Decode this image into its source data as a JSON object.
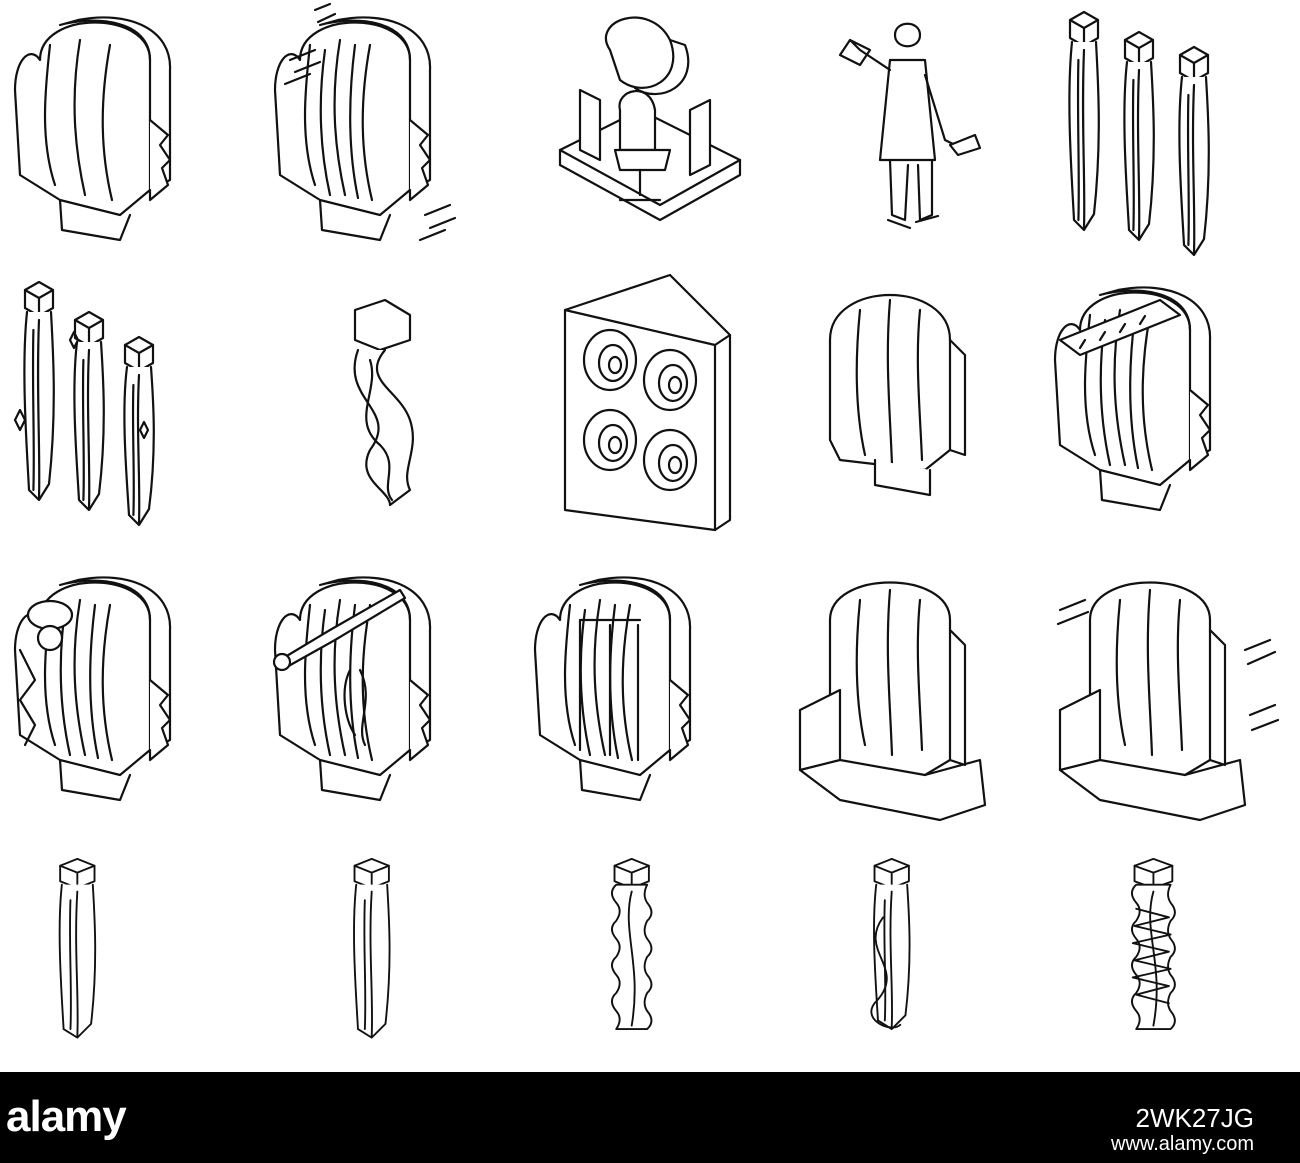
{
  "colors": {
    "background": "#ffffff",
    "ink": "#111111",
    "footer_bg": "#000000",
    "footer_text": "#ffffff"
  },
  "icons": [
    "hair-side-profile-icon",
    "hair-cut-motion-icon",
    "salon-chair-mirror-icon",
    "hairdresser-woman-icon",
    "hair-extension-strands-icon",
    "hair-extension-sparkle-icon",
    "twisted-hair-strand-icon",
    "hair-curl-samples-board-icon",
    "hair-back-bob-icon",
    "hair-with-clip-comb-icon",
    "hair-with-bow-icon",
    "hair-curling-iron-icon",
    "straight-hair-profile-icon",
    "long-hair-back-shoulders-icon",
    "hair-shine-back-icon",
    "straight-wavy-strand-icon",
    "straight-strand-icon",
    "wavy-strand-icon",
    "loose-curl-strand-icon",
    "tight-curl-strand-icon"
  ],
  "footer": {
    "logo": "alamy",
    "image_id": "2WK27JG",
    "url": "www.alamy.com"
  }
}
